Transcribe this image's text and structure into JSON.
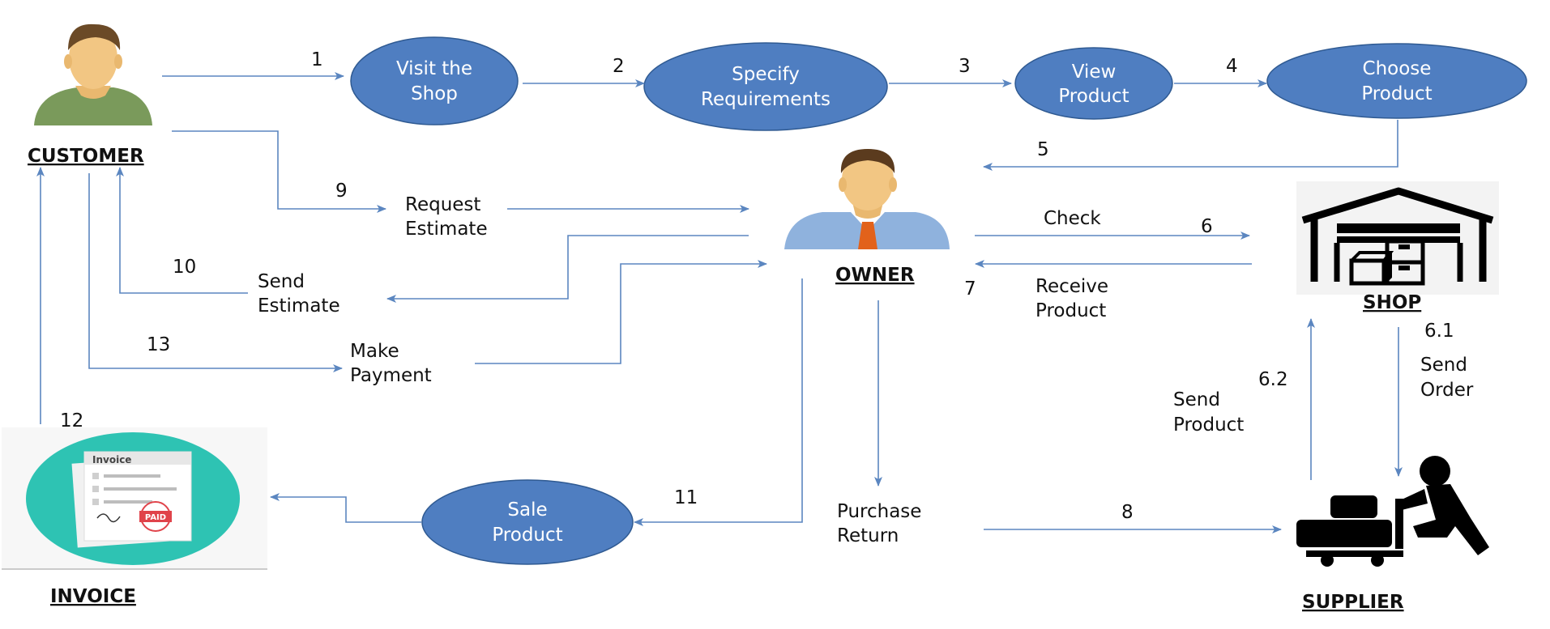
{
  "colors": {
    "bubble_fill": "#4f7ec1",
    "bubble_stroke": "#2f5a92",
    "arrow": "#5b86c0",
    "text": "#111111"
  },
  "actors": {
    "customer": {
      "label": "CUSTOMER",
      "icon": "customer-avatar-icon"
    },
    "owner": {
      "label": "OWNER",
      "icon": "owner-avatar-icon"
    },
    "shop": {
      "label": "SHOP",
      "icon": "warehouse-icon"
    },
    "supplier": {
      "label": "SUPPLIER",
      "icon": "supplier-cart-icon"
    },
    "invoice": {
      "label": "INVOICE",
      "icon": "invoice-paid-icon"
    }
  },
  "processes": {
    "visit": [
      "Visit  the",
      "Shop"
    ],
    "specify": [
      "Specify",
      "Requirements"
    ],
    "view": [
      "View",
      "Product"
    ],
    "choose": [
      "Choose",
      "Product"
    ],
    "sale": [
      "Sale",
      "Product"
    ]
  },
  "labels": {
    "request_estimate": [
      "Request",
      "Estimate"
    ],
    "send_estimate": [
      "Send",
      "Estimate"
    ],
    "make_payment": [
      "Make",
      "Payment"
    ],
    "check": "Check",
    "receive_product": [
      "Receive",
      "Product"
    ],
    "purchase_return": [
      "Purchase",
      "Return"
    ],
    "send_order": [
      "Send",
      "Order"
    ],
    "send_product": [
      "Send",
      "Product"
    ]
  },
  "steps": {
    "s1": "1",
    "s2": "2",
    "s3": "3",
    "s4": "4",
    "s5": "5",
    "s6": "6",
    "s6_1": "6.1",
    "s6_2": "6.2",
    "s7": "7",
    "s8": "8",
    "s9": "9",
    "s10": "10",
    "s11": "11",
    "s12": "12",
    "s13": "13"
  },
  "invoice_doc": {
    "title": "Invoice",
    "stamp": "PAID"
  }
}
